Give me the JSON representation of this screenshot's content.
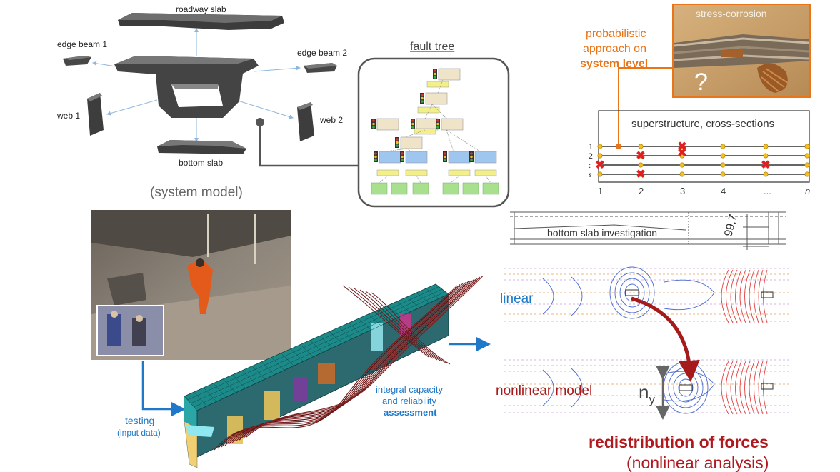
{
  "colors": {
    "orange": "#e8751a",
    "blue": "#1f78c8",
    "red": "#a51b1b",
    "dark_red": "#b0191e",
    "concrete": "#505050",
    "text": "#222222"
  },
  "system_model": {
    "roadway_slab": "roadway slab",
    "edge_beam_1": "edge beam 1",
    "edge_beam_2": "edge beam 2",
    "web_1": "web 1",
    "web_2": "web 2",
    "bottom_slab": "bottom slab",
    "caption": "(system model)"
  },
  "fault_tree": {
    "title": "fault tree"
  },
  "probabilistic": {
    "line1": "probabilistic",
    "line2": "approach on",
    "line3": "system level",
    "photo_label": "stress-corrosion",
    "photo_mark": "?"
  },
  "grid": {
    "title": "superstructure, cross-sections",
    "row_labels": [
      "1",
      "2",
      ":",
      "s"
    ],
    "col_labels": [
      "1",
      "2",
      "3",
      "4",
      "...",
      "n"
    ]
  },
  "testing": {
    "label": "testing",
    "sublabel": "(input data)"
  },
  "assessment": {
    "line1": "integral capacity",
    "line2": "and reliability",
    "line3": "assessment"
  },
  "investigation": {
    "label": "bottom slab investigation",
    "dim": "99,7"
  },
  "contours": {
    "linear": "linear",
    "nonlinear": "nonlinear model",
    "ny_main": "n",
    "ny_sub": "y"
  },
  "redistribution": {
    "line1": "redistribution of forces",
    "line2": "(nonlinear analysis)"
  }
}
